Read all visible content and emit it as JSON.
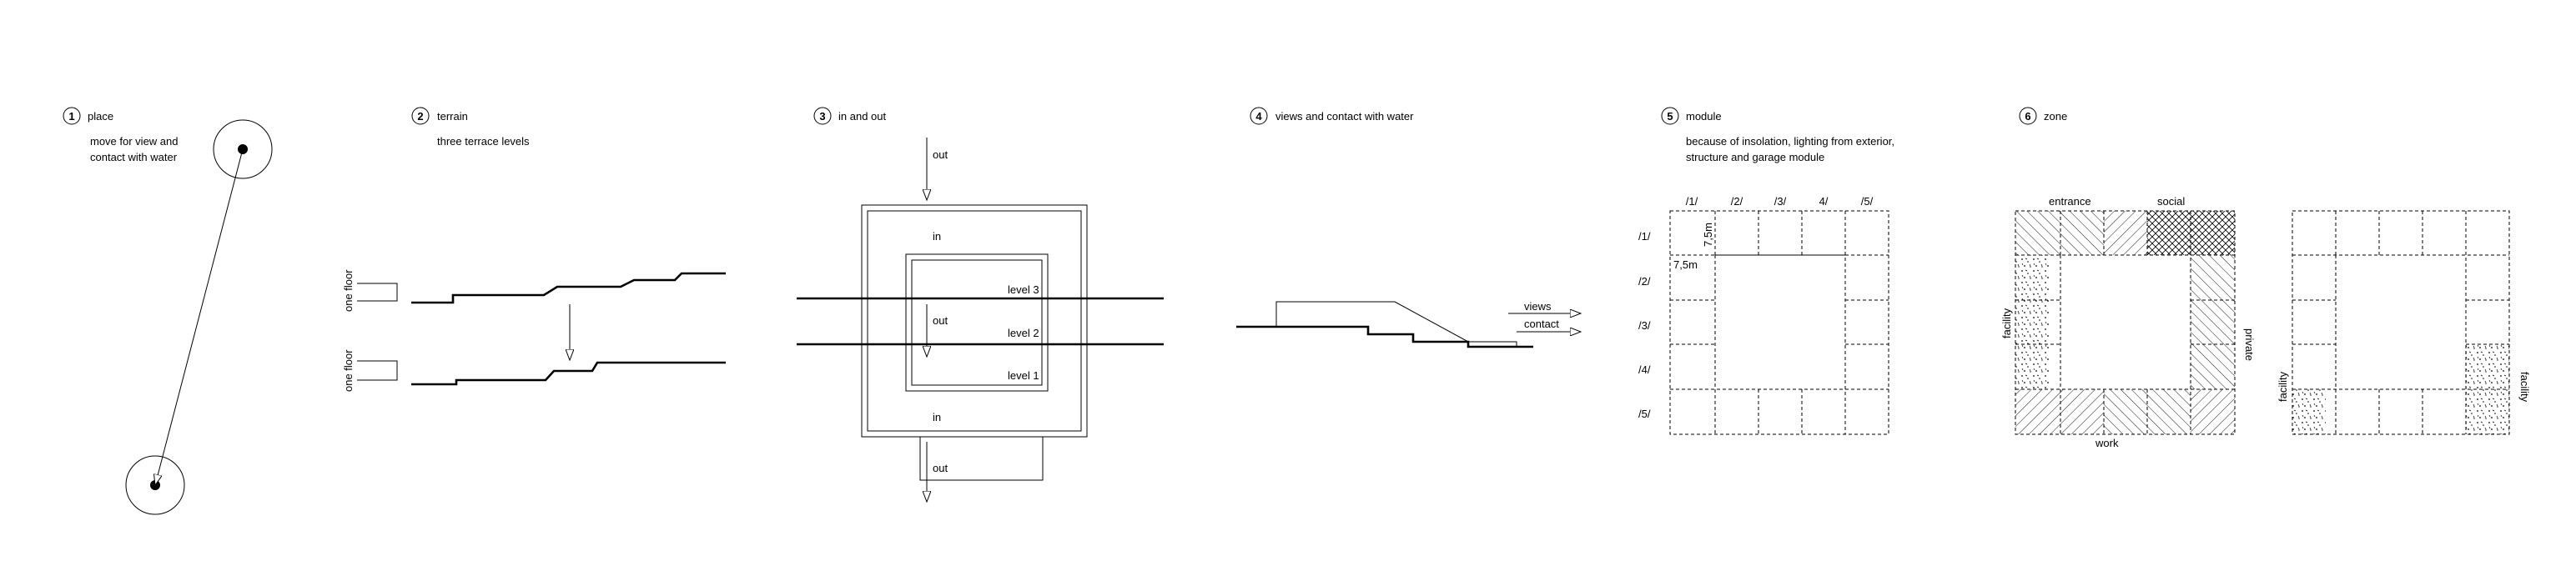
{
  "panels": [
    {
      "num": "1",
      "title": "place",
      "desc": [
        "move for view and",
        "contact with water"
      ]
    },
    {
      "num": "2",
      "title": "terrain",
      "desc": [
        "three terrace levels"
      ],
      "side_labels": [
        "one floor",
        "one floor"
      ]
    },
    {
      "num": "3",
      "title": "in and out",
      "labels": {
        "out": "out",
        "in": "in",
        "level3": "level 3",
        "level2": "level 2",
        "level1": "level 1"
      }
    },
    {
      "num": "4",
      "title": "views and contact with water",
      "labels": {
        "views": "views",
        "contact": "contact"
      }
    },
    {
      "num": "5",
      "title": "module",
      "desc": [
        "because of insolation, lighting from exterior,",
        "structure and garage module"
      ],
      "col_labels": [
        "/1/",
        "/2/",
        "/3/",
        "4/",
        "/5/"
      ],
      "row_labels": [
        "/1/",
        "/2/",
        "/3/",
        "/4/",
        "/5/"
      ],
      "dim_v": "7,5m",
      "dim_h": "7,5m"
    },
    {
      "num": "6",
      "title": "zone",
      "labels": {
        "entrance": "entrance",
        "social": "social",
        "facility": "facility",
        "private": "private",
        "work": "work",
        "facility2": "facility"
      }
    }
  ]
}
